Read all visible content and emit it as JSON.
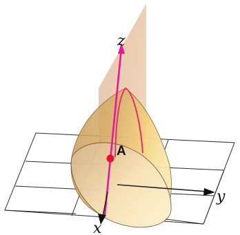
{
  "axes": {
    "x_label": "x",
    "y_label": "y",
    "z_label": "z"
  },
  "point": {
    "label": "A"
  },
  "colors": {
    "plane_fill": "#d49a6a",
    "surface_dark": "#b07a3c",
    "surface_light": "#ffe9a8",
    "magenta_axis": "#e6189a",
    "curve": "#e0306e",
    "point": "#e8102a",
    "grid": "#222222"
  }
}
